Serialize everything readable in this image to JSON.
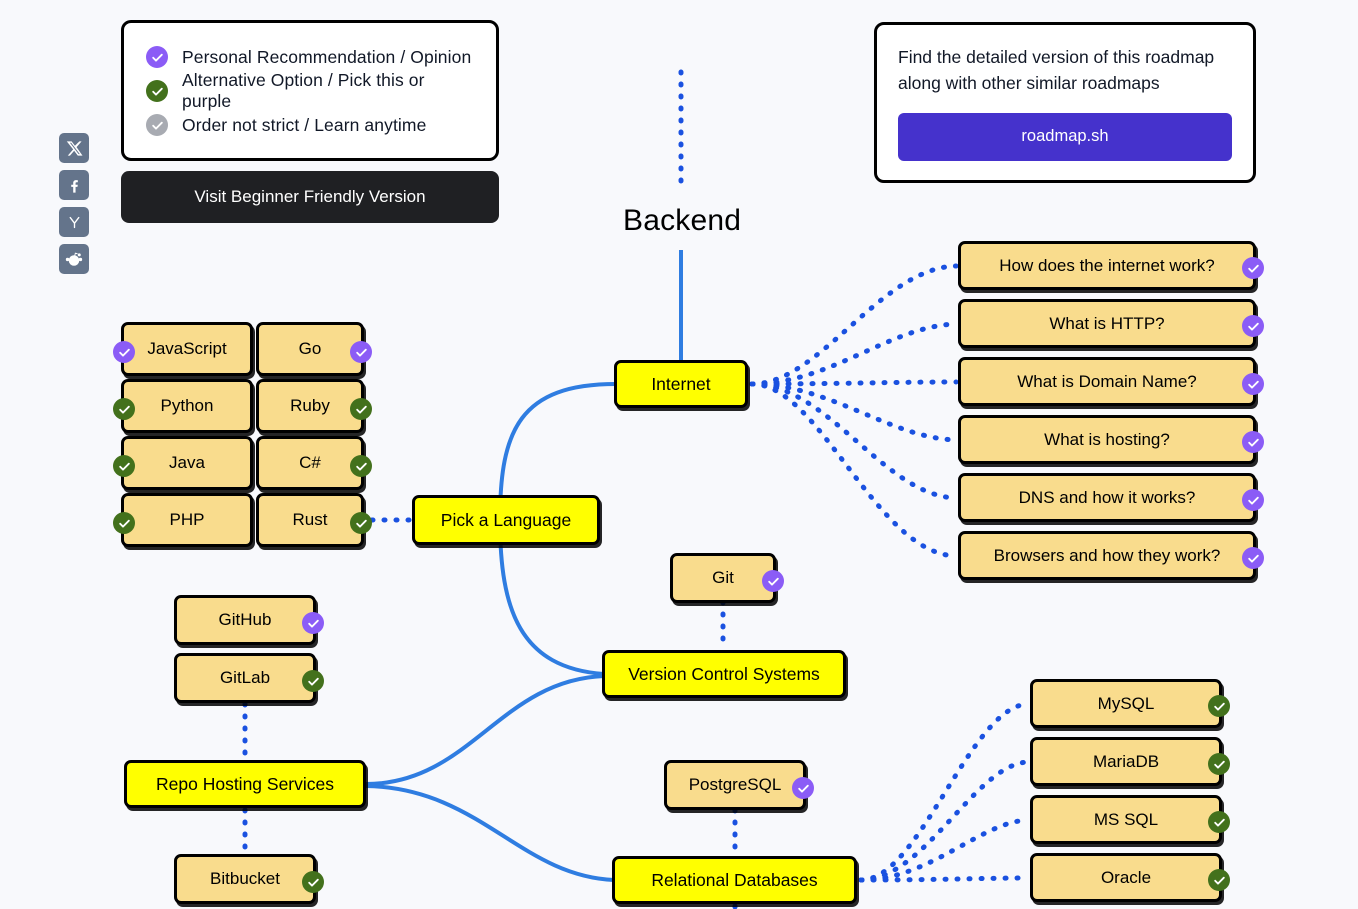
{
  "page": {
    "background": "#f8f9fc",
    "root_title": "Backend"
  },
  "colors": {
    "primary_node": "#ffff00",
    "topic_node": "#f9dc8d",
    "edge_blue": "#2f7de1",
    "dotted_blue": "#1a51e0",
    "badge_purple": "#8b5cf6",
    "badge_green": "#43711c",
    "badge_gray": "#a8abb2",
    "promo_cta": "#4532cc",
    "dark_button": "#1f2023",
    "social": "#64748b"
  },
  "social": {
    "items": [
      {
        "name": "x-twitter-icon",
        "label": "X"
      },
      {
        "name": "facebook-icon",
        "label": "Facebook"
      },
      {
        "name": "hackernews-icon",
        "label": "Y"
      },
      {
        "name": "reddit-icon",
        "label": "Reddit"
      }
    ]
  },
  "legend": {
    "items": [
      {
        "color": "purple",
        "label": "Personal Recommendation / Opinion"
      },
      {
        "color": "green",
        "label": "Alternative Option / Pick this or purple"
      },
      {
        "color": "gray",
        "label": "Order not strict / Learn anytime"
      }
    ]
  },
  "beginner_button": {
    "label": "Visit Beginner Friendly Version"
  },
  "promo": {
    "text": "Find the detailed version of this roadmap along with other similar roadmaps",
    "cta_label": "roadmap.sh"
  },
  "nodes": {
    "internet": "Internet",
    "pick_a_language": "Pick a Language",
    "version_control": "Version Control Systems",
    "repo_hosting": "Repo Hosting Services",
    "relational_databases": "Relational Databases",
    "git": "Git",
    "postgresql": "PostgreSQL"
  },
  "languages": [
    {
      "label": "JavaScript",
      "badge": "purple",
      "badge_side": "left"
    },
    {
      "label": "Go",
      "badge": "purple",
      "badge_side": "right"
    },
    {
      "label": "Python",
      "badge": "green",
      "badge_side": "left"
    },
    {
      "label": "Ruby",
      "badge": "green",
      "badge_side": "right"
    },
    {
      "label": "Java",
      "badge": "green",
      "badge_side": "left"
    },
    {
      "label": "C#",
      "badge": "green",
      "badge_side": "right"
    },
    {
      "label": "PHP",
      "badge": "green",
      "badge_side": "left"
    },
    {
      "label": "Rust",
      "badge": "green",
      "badge_side": "right"
    }
  ],
  "internet_topics": [
    {
      "label": "How does the internet work?",
      "badge": "purple"
    },
    {
      "label": "What is HTTP?",
      "badge": "purple"
    },
    {
      "label": "What is Domain Name?",
      "badge": "purple"
    },
    {
      "label": "What is hosting?",
      "badge": "purple"
    },
    {
      "label": "DNS and how it works?",
      "badge": "purple"
    },
    {
      "label": "Browsers and how they work?",
      "badge": "purple"
    }
  ],
  "repo_hosting_options": [
    {
      "label": "GitHub",
      "badge": "purple"
    },
    {
      "label": "GitLab",
      "badge": "green"
    },
    {
      "label": "Bitbucket",
      "badge": "green"
    }
  ],
  "vcs_options": [
    {
      "label": "Git",
      "badge": "purple"
    }
  ],
  "database_options": [
    {
      "label": "PostgreSQL",
      "badge": "purple"
    }
  ],
  "relational_databases_list": [
    {
      "label": "MySQL",
      "badge": "green"
    },
    {
      "label": "MariaDB",
      "badge": "green"
    },
    {
      "label": "MS SQL",
      "badge": "green"
    },
    {
      "label": "Oracle",
      "badge": "green"
    }
  ]
}
